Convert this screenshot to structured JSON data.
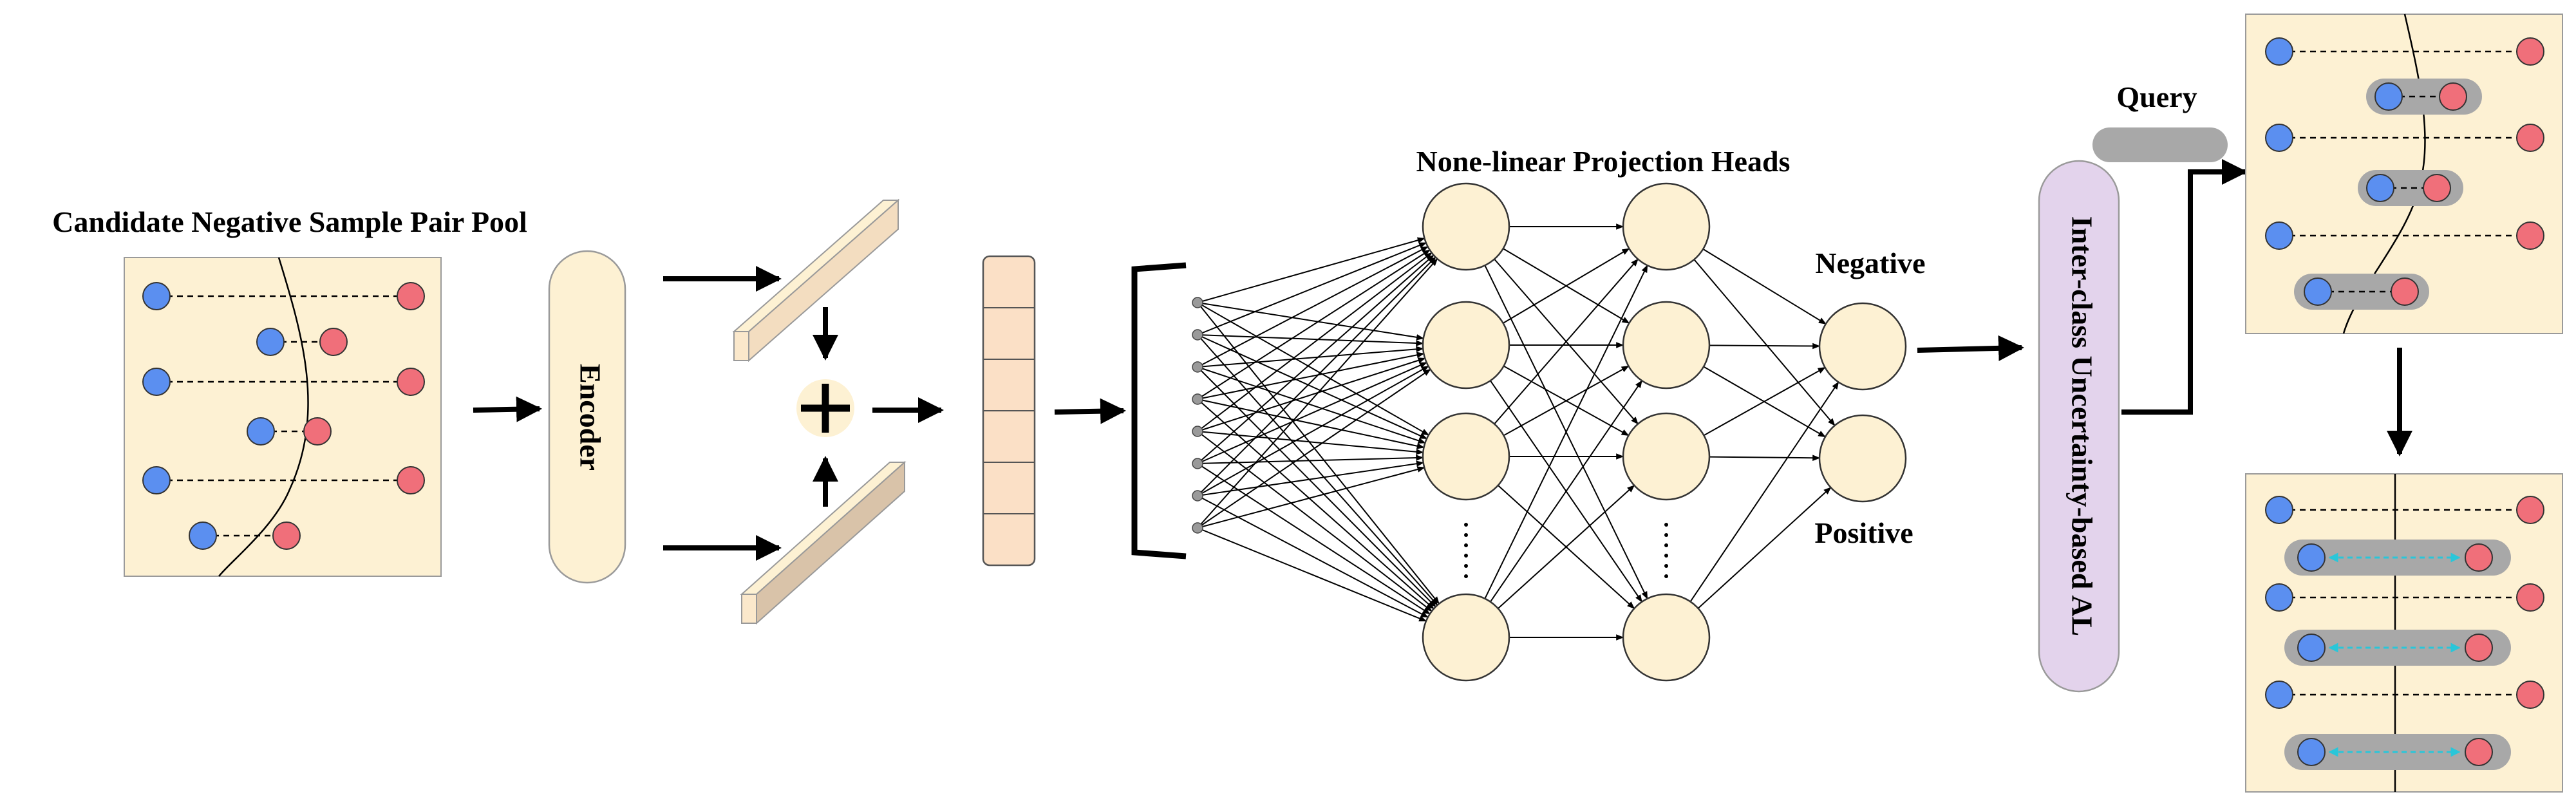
{
  "labels": {
    "pool_title": "Candidate Negative Sample Pair Pool",
    "encoder": "Encoder",
    "projection_title": "None-linear Projection Heads",
    "negative": "Negative",
    "positive": "Positive",
    "al_module": "Inter-class Uncertainty-based AL",
    "query": "Query"
  },
  "colors": {
    "panel_fill": "#fdf1d3",
    "panel_stroke": "#9a9a9a",
    "node_fill": "#fdf1d3",
    "blue_sample": "#5b8ff0",
    "red_sample": "#f06f7a",
    "al_fill": "#e3d3ec",
    "gray_band": "#a8a8a8",
    "cyan_arrow": "#29c6d9",
    "feature_fill": "#fbe0c6"
  },
  "network": {
    "input_node_count": 8,
    "hidden1_nodes": [
      "",
      "",
      "",
      "⋮",
      ""
    ],
    "hidden2_nodes": [
      "",
      "",
      "",
      "⋮",
      ""
    ],
    "output_nodes": [
      "Negative",
      "Positive"
    ]
  },
  "feature_vector_cells": 6
}
